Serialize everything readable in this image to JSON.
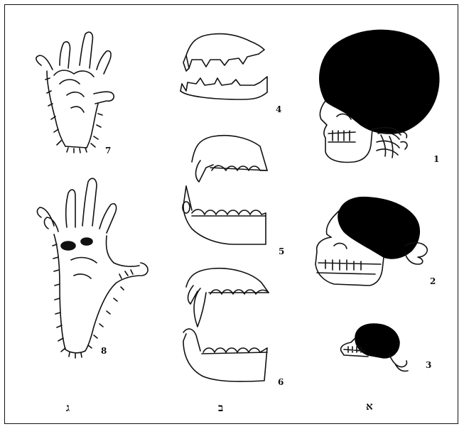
{
  "figure_numbers": {
    "n1": "1",
    "n2": "2",
    "n3": "3",
    "n4": "4",
    "n5": "5",
    "n6": "6",
    "n7": "7",
    "n8": "8"
  },
  "column_labels": {
    "col_a": "א",
    "col_b": "ב",
    "col_c": "ג"
  },
  "colors": {
    "ink": "#111111",
    "fill": "#000000",
    "paper": "#ffffff"
  }
}
